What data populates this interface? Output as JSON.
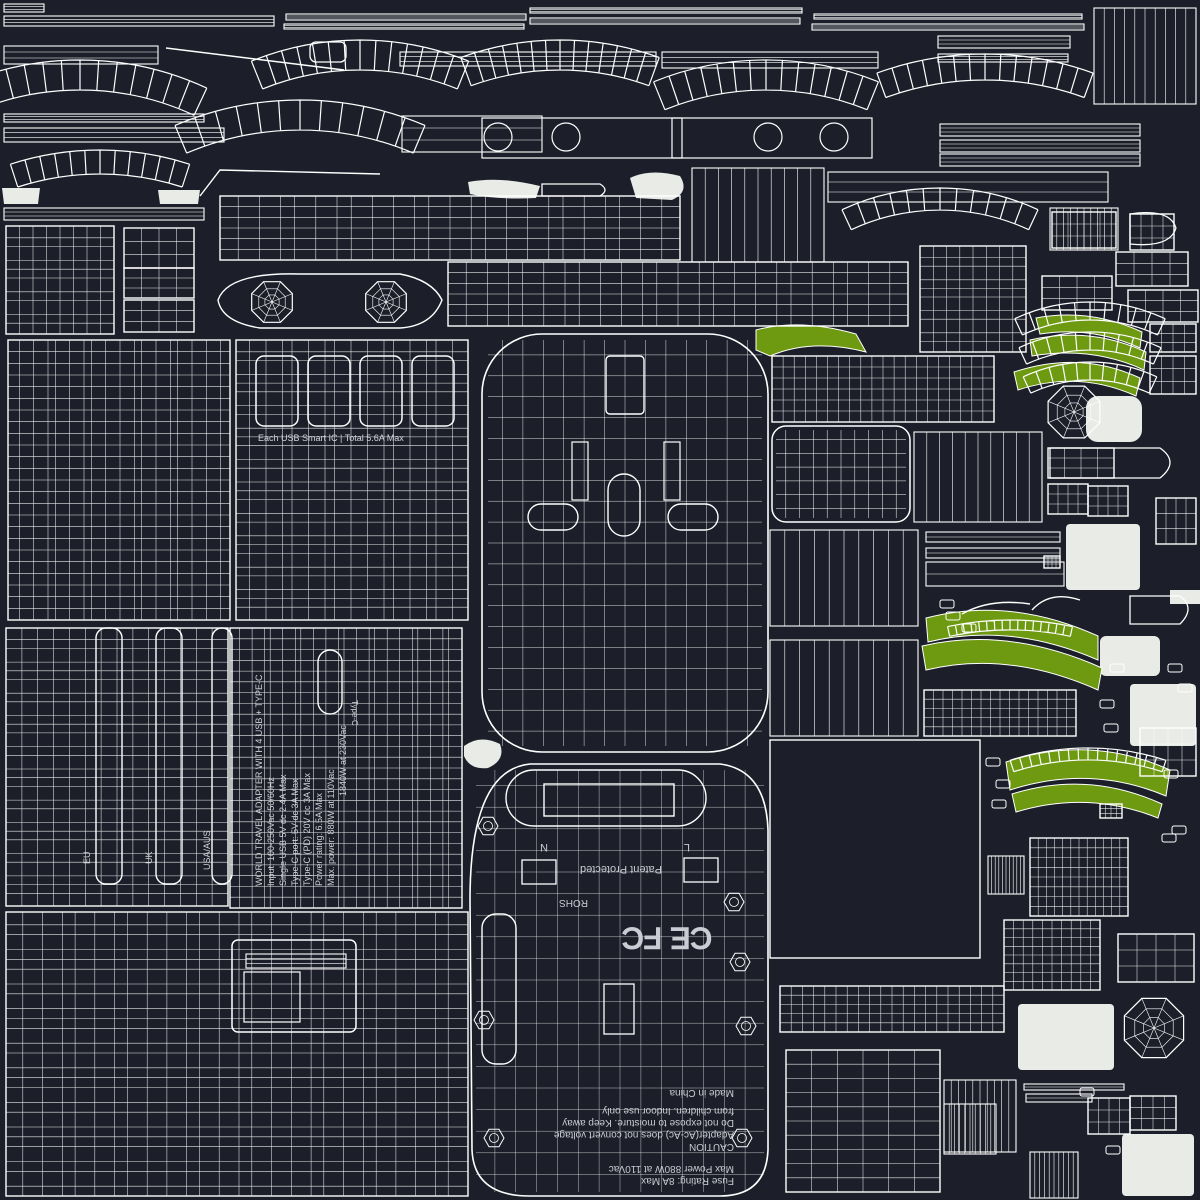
{
  "labels": {
    "smart_ic": "Each USB Smart IC | Total 5.6A Max",
    "product_name": "WORLD TRAVEL ADAPTER WITH 4 USB + TYPE-C",
    "input": "Input: 100-250Vac 50/60Hz",
    "single_usb": "Single USB 5V dc 2.4A Max",
    "typec": "Type-C port: 5V dc 3A Max",
    "typec_pd": "Type-C (PD) 20V dc 3A Max",
    "power_rating": "Power rating: 6.5A Max",
    "power_output": "Max. power: 880W at 110Vac",
    "power_output2": "1840W at 230Vac",
    "plug_eu": "EU",
    "plug_uk": "UK",
    "plug_usa": "USA/AUS",
    "typec_label": "Type-C",
    "patent": "Patent Protected",
    "rohs": "ROHS",
    "ce_marks": "CE FC",
    "pin_n": "N",
    "pin_l": "L",
    "rating_line1": "Fuse Rating: 8A Max",
    "rating_line2": "Max Power 880W at 110Vac",
    "caution_title": "CAUTION",
    "caution_line1": "Adapter(Ac-Ac) does not convert voltage",
    "caution_line2": "Do not expose to moisture. Keep away",
    "caution_line3": "from children. Indoor use only",
    "made_in": "Made in China"
  },
  "colors": {
    "background": "#1c1f29",
    "wire": "#ffffff",
    "highlight_green": "#6e9a12",
    "pale_patch": "#e8ebe6"
  }
}
